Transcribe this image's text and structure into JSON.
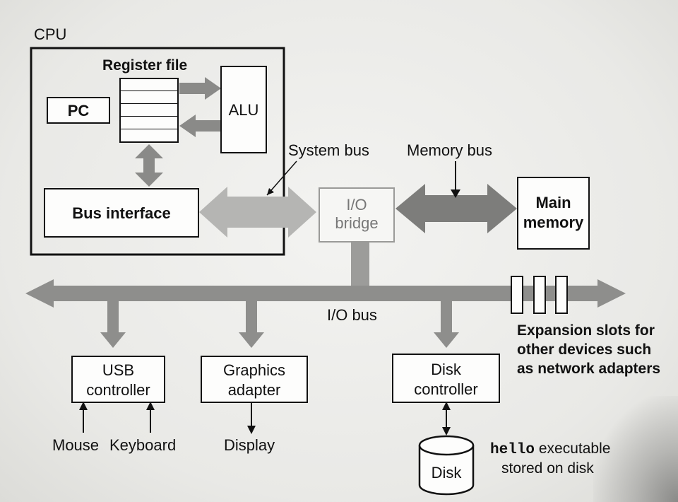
{
  "labels": {
    "cpu": "CPU",
    "register_file": "Register file",
    "pc": "PC",
    "alu": "ALU",
    "bus_interface": "Bus interface",
    "system_bus": "System bus",
    "memory_bus": "Memory bus",
    "io_bridge_line1": "I/O",
    "io_bridge_line2": "bridge",
    "main_memory_line1": "Main",
    "main_memory_line2": "memory",
    "io_bus": "I/O bus",
    "expansion_line1": "Expansion slots for",
    "expansion_line2": "other devices such",
    "expansion_line3": "as network adapters",
    "usb_line1": "USB",
    "usb_line2": "controller",
    "graphics_line1": "Graphics",
    "graphics_line2": "adapter",
    "disk_ctrl_line1": "Disk",
    "disk_ctrl_line2": "controller",
    "mouse": "Mouse",
    "keyboard": "Keyboard",
    "display": "Display",
    "disk": "Disk",
    "hello_code": "hello",
    "hello_rest": " executable",
    "hello_line2": "stored on disk"
  }
}
